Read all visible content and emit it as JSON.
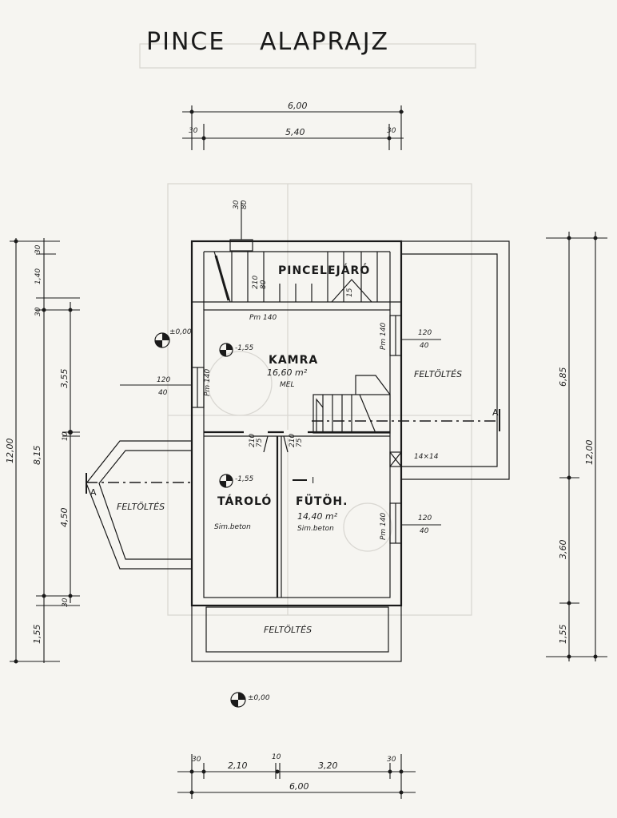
{
  "title": {
    "word1": "PINCE",
    "word2": "ALAPRAJZ"
  },
  "rooms": {
    "stair_name": "PINCELEJÁRÓ",
    "kamra_name": "KAMRA",
    "kamra_area": "16,60 m²",
    "kamra_floor": "MEL",
    "kamra_level": "-1,55",
    "tarolo_name": "TÁROLÓ",
    "tarolo_floor": "Sim.beton",
    "tarolo_level": "-1,55",
    "futoh_name": "FÜTÖH.",
    "futoh_area": "14,40 m²",
    "futoh_floor": "Sim.beton"
  },
  "fill_labels": {
    "right": "FELTÖLTÉS",
    "left": "FELTÖLTÉS",
    "bottom": "FELTÖLTÉS"
  },
  "levels": {
    "left_marker": "±0,00",
    "bottom_marker": "±0,00"
  },
  "openings": {
    "stair_door_height": "210",
    "stair_door_width": "80",
    "stair_door_threshold": "15",
    "top_window_height": "30",
    "top_window_width": "80",
    "kamra_door_sill": "Pm 140",
    "kamra_door_right": "Pm 140",
    "kamra_window_left_w": "120",
    "kamra_window_left_h": "40",
    "kamra_window_left_sill": "Pm 140",
    "kamra_window_right_w": "120",
    "kamra_window_right_h": "40",
    "door_tarolo_h": "210",
    "door_tarolo_w": "75",
    "door_futoh_h": "210",
    "door_futoh_w": "75",
    "futoh_window_w": "120",
    "futoh_window_h": "40",
    "futoh_window_sill": "Pm 140",
    "chimney": "14×14"
  },
  "section_marks": {
    "a_right": "A",
    "a_left": "A",
    "futoh_mark": "I"
  },
  "dimensions": {
    "top_overall": "6,00",
    "top_left_wall": "30",
    "top_inner": "5,40",
    "top_right_wall": "30",
    "bottom_left_wall": "30",
    "bottom_room1": "2,10",
    "bottom_partition": "10",
    "bottom_room2": "3,20",
    "bottom_right_wall": "30",
    "bottom_overall": "6,00",
    "left_overall": "12,00",
    "left_a1": "30",
    "left_a2": "1,40",
    "left_a3": "30",
    "left_a4": "8,15",
    "left_a5": "1,55",
    "left_b1": "3,55",
    "left_b2": "10",
    "left_b3": "4,50",
    "left_b4": "30",
    "right_overall": "12,00",
    "right_a1": "6,85",
    "right_a2": "3,60",
    "right_a3": "1,55"
  }
}
